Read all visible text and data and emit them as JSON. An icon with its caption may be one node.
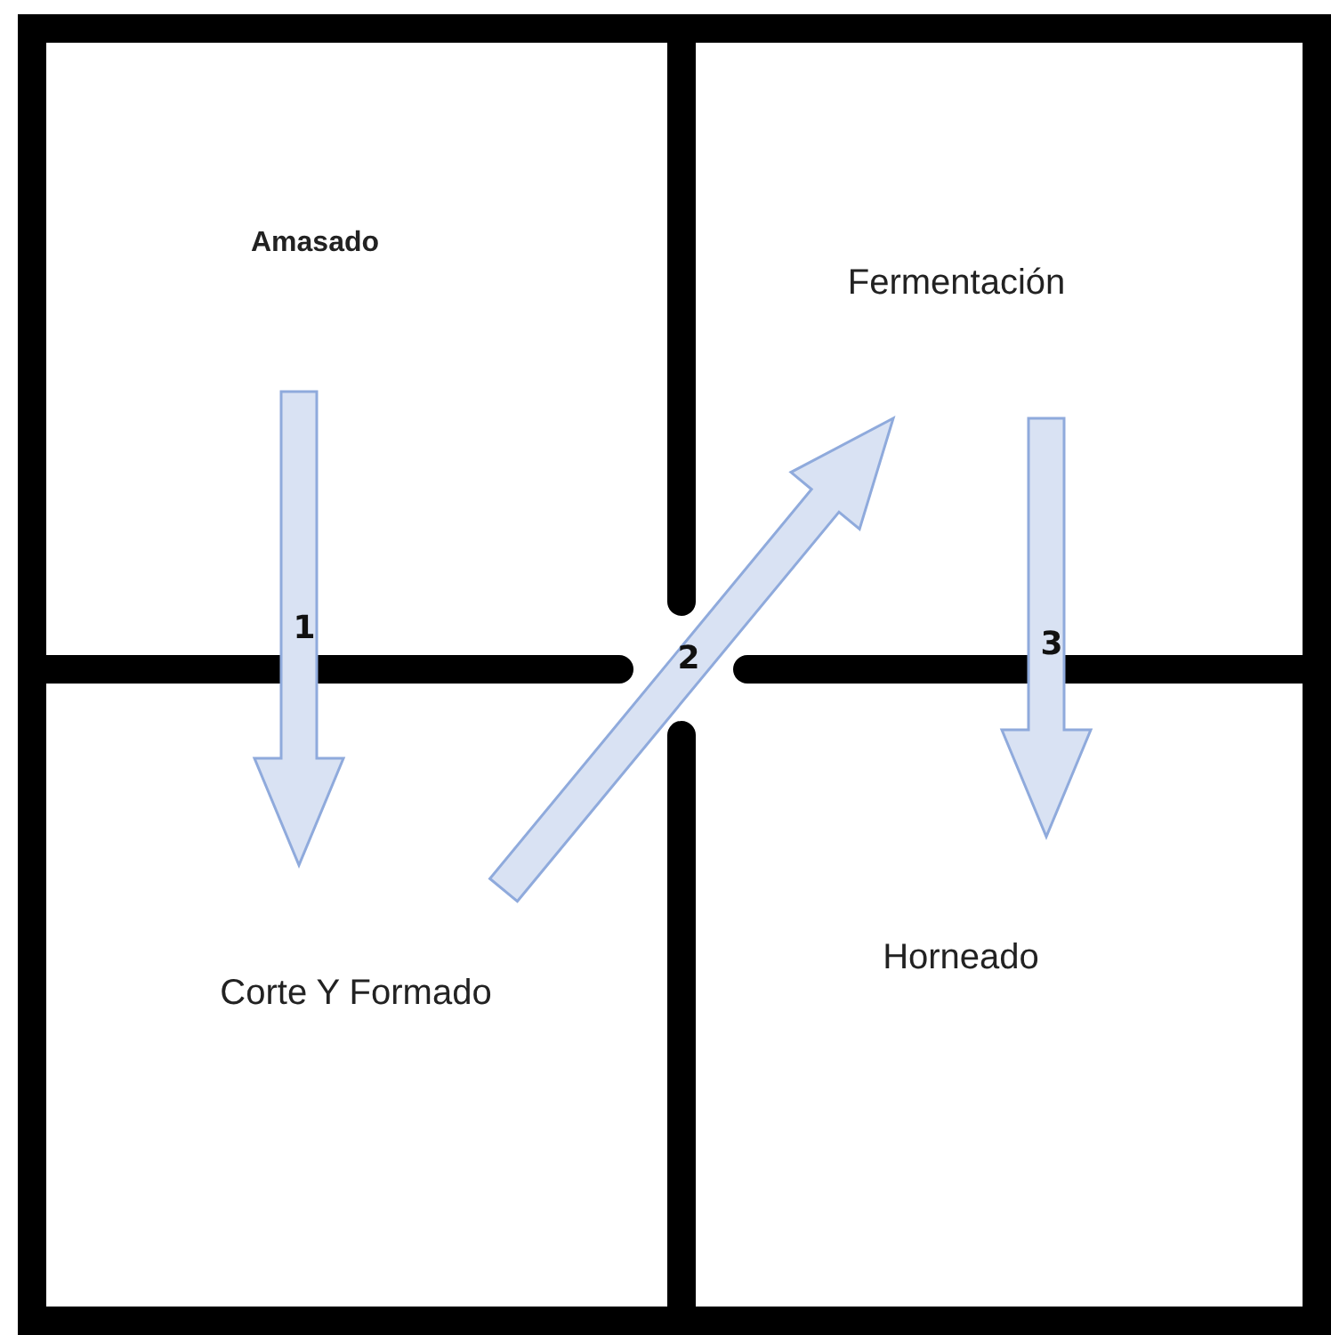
{
  "diagram": {
    "nodes": [
      {
        "text": [
          "Amasado"
        ]
      },
      {
        "text": [
          "Fermentación"
        ]
      },
      {
        "text": [
          "Corte Y Formado"
        ]
      },
      {
        "text": [
          "Horneado"
        ]
      }
    ],
    "edges": [
      {
        "from": 0,
        "to": 2,
        "arrow": "to",
        "label": "1"
      },
      {
        "from": 2,
        "to": 1,
        "arrow": "to",
        "label": "2"
      },
      {
        "from": 1,
        "to": 3,
        "arrow": "to",
        "label": "3"
      }
    ]
  }
}
